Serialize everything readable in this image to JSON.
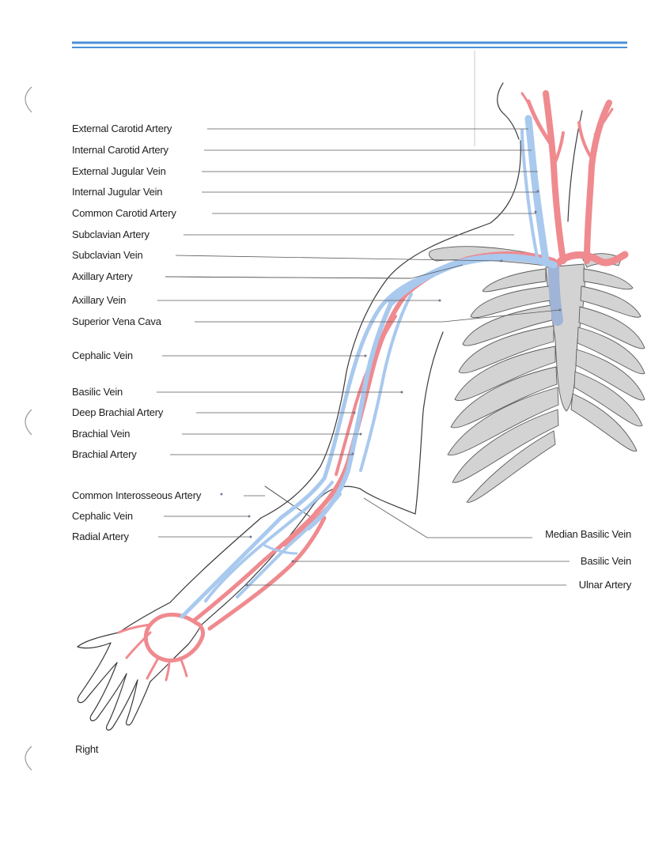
{
  "left_labels": [
    {
      "id": "external-carotid-artery",
      "text": "External Carotid Artery"
    },
    {
      "id": "internal-carotid-artery",
      "text": "Internal Carotid Artery"
    },
    {
      "id": "external-jugular-vein",
      "text": "External Jugular Vein"
    },
    {
      "id": "internal-jugular-vein",
      "text": "Internal Jugular Vein"
    },
    {
      "id": "common-carotid-artery",
      "text": "Common Carotid Artery"
    },
    {
      "id": "subclavian-artery",
      "text": "Subclavian Artery"
    },
    {
      "id": "subclavian-vein",
      "text": "Subclavian Vein"
    },
    {
      "id": "axillary-artery",
      "text": "Axillary Artery"
    },
    {
      "id": "axillary-vein",
      "text": "Axillary Vein"
    },
    {
      "id": "superior-vena-cava",
      "text": "Superior Vena Cava"
    },
    {
      "id": "cephalic-vein-upper",
      "text": "Cephalic Vein"
    },
    {
      "id": "basilic-vein-upper",
      "text": "Basilic Vein"
    },
    {
      "id": "deep-brachial-artery",
      "text": "Deep Brachial Artery"
    },
    {
      "id": "brachial-vein",
      "text": "Brachial Vein"
    },
    {
      "id": "brachial-artery",
      "text": "Brachial Artery"
    },
    {
      "id": "common-interosseous-artery",
      "text": "Common Interosseous Artery"
    },
    {
      "id": "cephalic-vein-lower",
      "text": "Cephalic Vein"
    },
    {
      "id": "radial-artery",
      "text": "Radial Artery"
    }
  ],
  "right_labels": [
    {
      "id": "median-basilic-vein",
      "text": "Median Basilic Vein"
    },
    {
      "id": "basilic-vein-lower",
      "text": "Basilic Vein"
    },
    {
      "id": "ulnar-artery",
      "text": "Ulnar Artery"
    }
  ],
  "side_label": "Right",
  "colors": {
    "artery": "#ef8a8f",
    "vein": "#a9c9ee",
    "bone": "#d3d3d3",
    "outline": "#3a3a3a",
    "header_rule": "#4a90d9"
  }
}
